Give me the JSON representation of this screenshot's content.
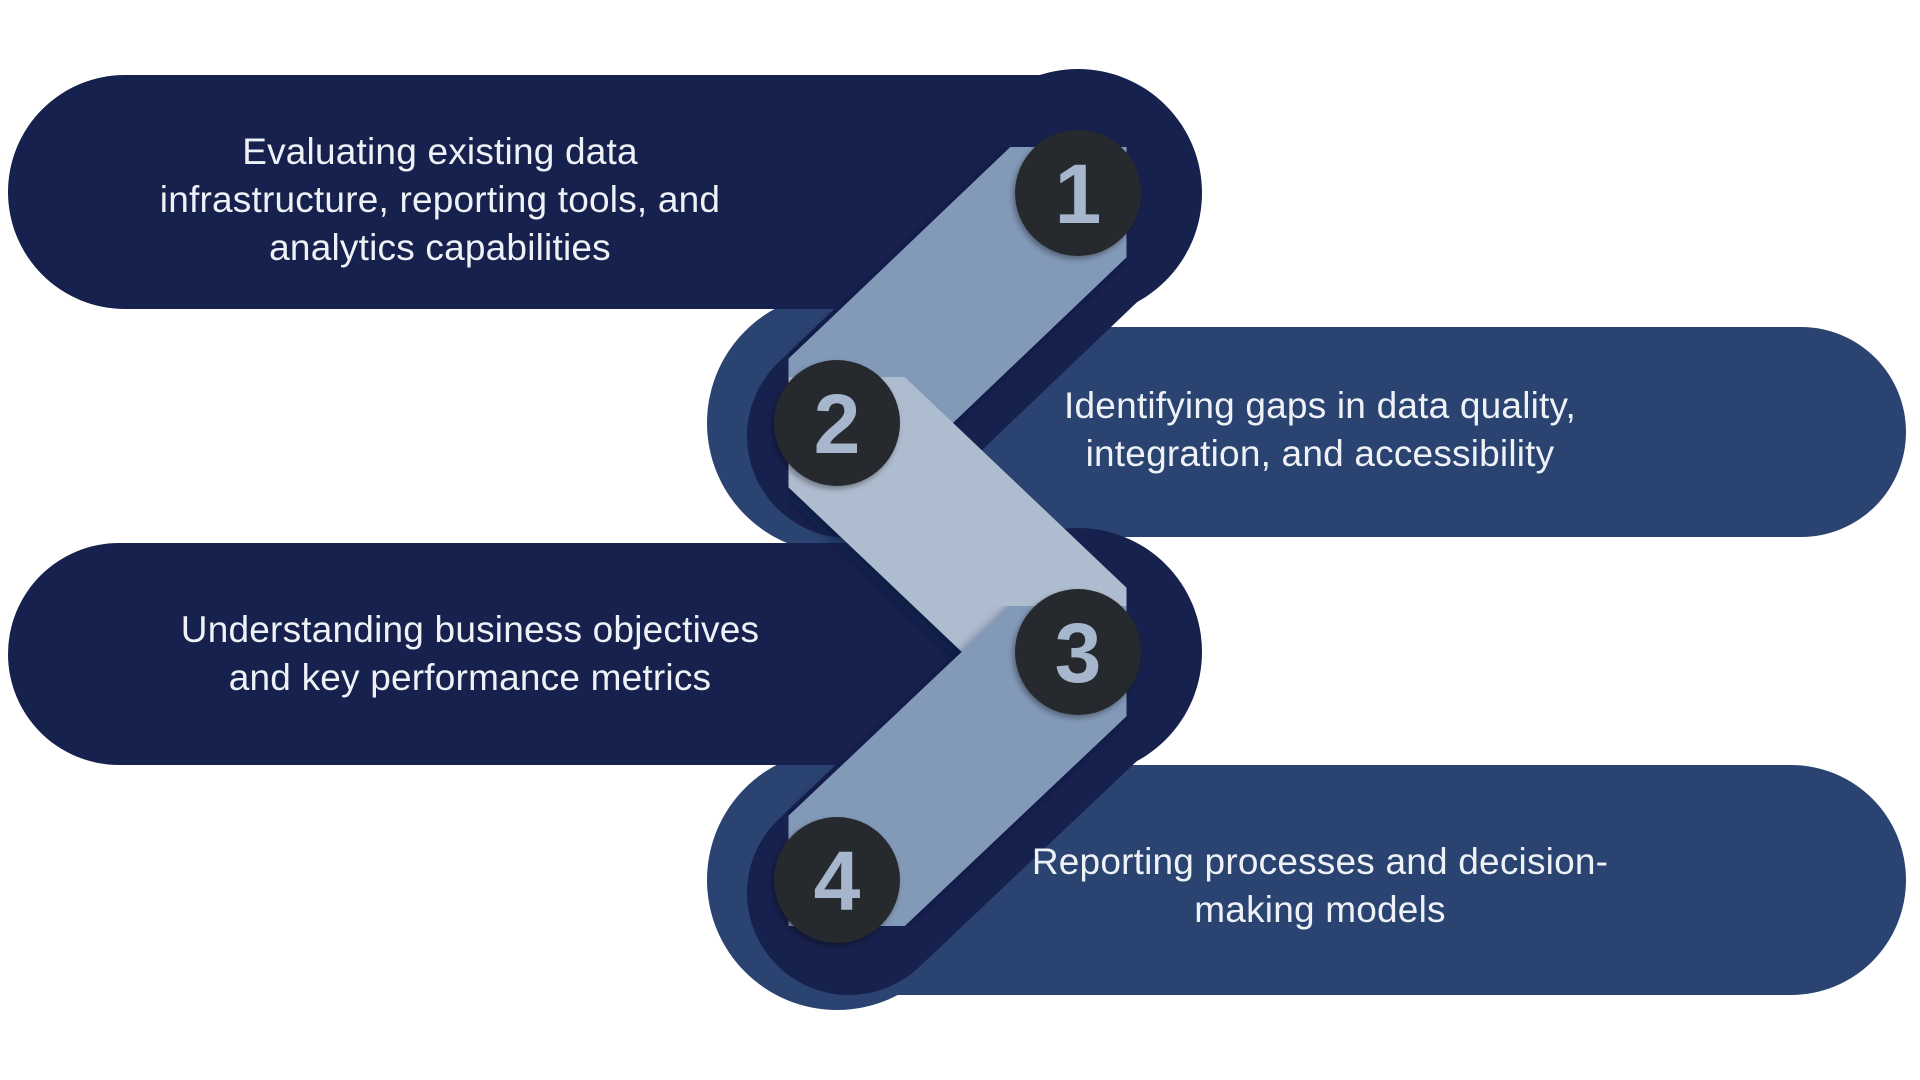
{
  "diagram": {
    "type": "process-zigzag",
    "background": "#ffffff"
  },
  "colors": {
    "dark_navy": "#17214d",
    "medium_navy": "#2b4370",
    "slate_band": "#8399b8",
    "light_band": "#aebccf",
    "circle_fill": "#282b2e",
    "number_color": "#a6b6cc",
    "text_color": "#eef2f7"
  },
  "steps": [
    {
      "number": "1",
      "lines": [
        "Evaluating existing data",
        "infrastructure, reporting tools, and",
        "analytics capabilities"
      ]
    },
    {
      "number": "2",
      "lines": [
        "Identifying gaps in data quality,",
        "integration, and accessibility"
      ]
    },
    {
      "number": "3",
      "lines": [
        "Understanding business objectives",
        "and key performance metrics"
      ]
    },
    {
      "number": "4",
      "lines": [
        "Reporting processes and decision-",
        "making models"
      ]
    }
  ]
}
